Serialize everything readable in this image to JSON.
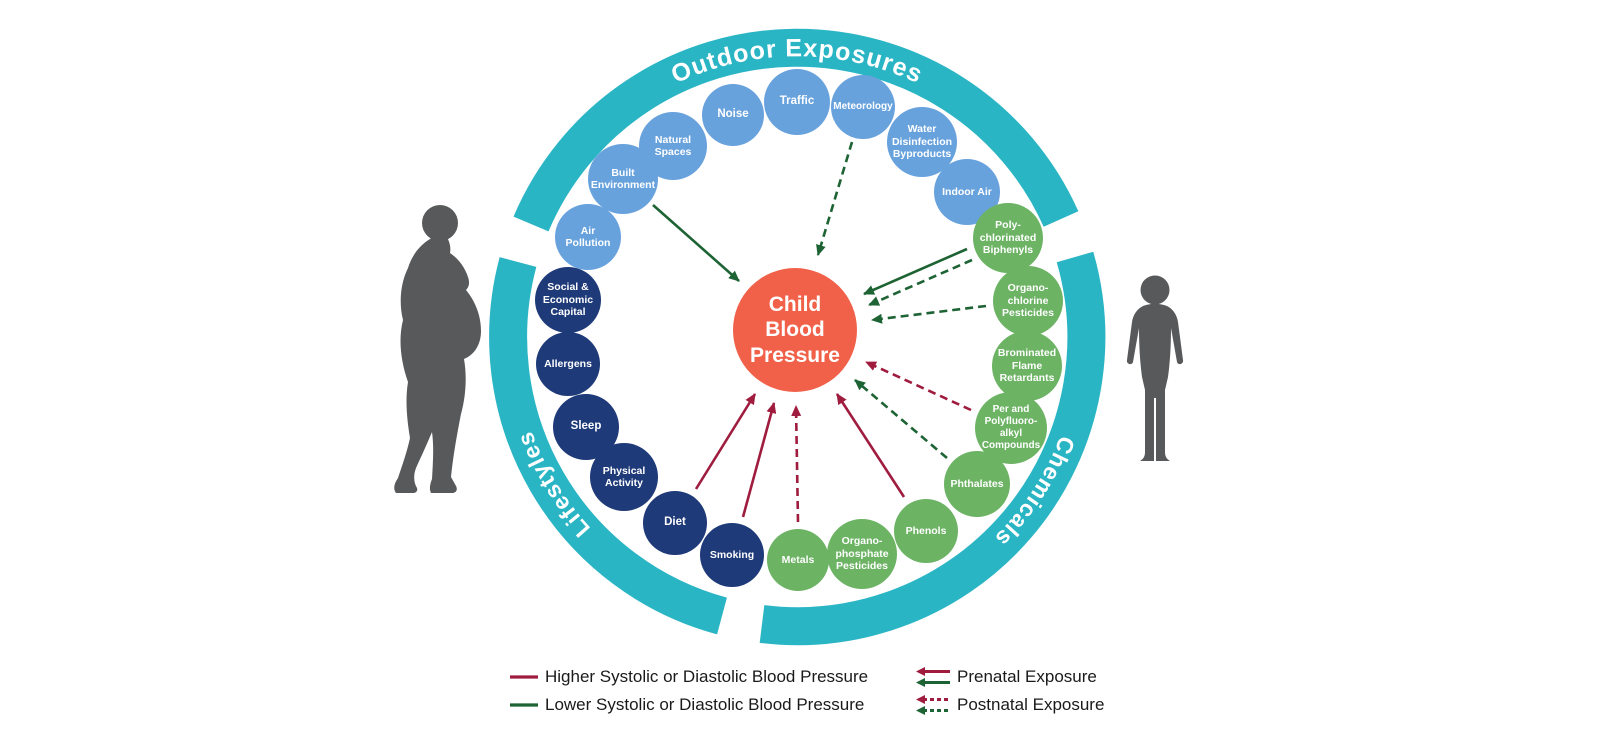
{
  "palette": {
    "ring_teal": "#2ab5c5",
    "outdoor_blue": "#68a2dd",
    "lifestyle_navy": "#1e3a78",
    "chemical_green": "#6cb364",
    "center_orange": "#f16149",
    "arrow_higher_red": "#9f1c3e",
    "arrow_lower_green": "#1d6334",
    "silhouette_gray": "#58595b"
  },
  "center": {
    "label": "Child\nBlood\nPressure"
  },
  "ring_labels": {
    "outdoor": "Outdoor Exposures",
    "chemicals": "Chemicals",
    "lifestyles": "Lifestyles"
  },
  "nodes": {
    "air_pollution": {
      "label": "Air\nPollution",
      "group": "outdoor"
    },
    "built_environment": {
      "label": "Built\nEnvironment",
      "group": "outdoor"
    },
    "natural_spaces": {
      "label": "Natural\nSpaces",
      "group": "outdoor"
    },
    "noise": {
      "label": "Noise",
      "group": "outdoor"
    },
    "traffic": {
      "label": "Traffic",
      "group": "outdoor"
    },
    "meteorology": {
      "label": "Meteorology",
      "group": "outdoor"
    },
    "water_disinfection_byproducts": {
      "label": "Water\nDisinfection\nByproducts",
      "group": "outdoor"
    },
    "indoor_air": {
      "label": "Indoor Air",
      "group": "outdoor"
    },
    "polychlorinated_biphenyls": {
      "label": "Poly-\nchlorinated\nBiphenyls",
      "group": "chemicals"
    },
    "organochlorine_pesticides": {
      "label": "Organo-\nchlorine\nPesticides",
      "group": "chemicals"
    },
    "brominated_flame_retardants": {
      "label": "Brominated\nFlame\nRetardants",
      "group": "chemicals"
    },
    "per_polyfluoroalkyl_compounds": {
      "label": "Per and\nPolyfluoro-\nalkyl\nCompounds",
      "group": "chemicals"
    },
    "phthalates": {
      "label": "Phthalates",
      "group": "chemicals"
    },
    "phenols": {
      "label": "Phenols",
      "group": "chemicals"
    },
    "organophosphate_pesticides": {
      "label": "Organo-\nphosphate\nPesticides",
      "group": "chemicals"
    },
    "metals": {
      "label": "Metals",
      "group": "chemicals"
    },
    "smoking": {
      "label": "Smoking",
      "group": "lifestyles"
    },
    "diet": {
      "label": "Diet",
      "group": "lifestyles"
    },
    "physical_activity": {
      "label": "Physical\nActivity",
      "group": "lifestyles"
    },
    "sleep": {
      "label": "Sleep",
      "group": "lifestyles"
    },
    "allergens": {
      "label": "Allergens",
      "group": "lifestyles"
    },
    "social_economic_capital": {
      "label": "Social &\nEconomic\nCapital",
      "group": "lifestyles"
    }
  },
  "relationships": [
    {
      "source": "Built Environment",
      "effect": "lower",
      "exposure": "prenatal"
    },
    {
      "source": "Meteorology",
      "effect": "lower",
      "exposure": "postnatal"
    },
    {
      "source": "Polychlorinated Biphenyls",
      "effect": "lower",
      "exposure": "prenatal"
    },
    {
      "source": "Polychlorinated Biphenyls",
      "effect": "lower",
      "exposure": "postnatal"
    },
    {
      "source": "Organochlorine Pesticides",
      "effect": "lower",
      "exposure": "postnatal"
    },
    {
      "source": "Per and Polyfluoroalkyl Compounds",
      "effect": "higher",
      "exposure": "postnatal"
    },
    {
      "source": "Phthalates",
      "effect": "lower",
      "exposure": "postnatal"
    },
    {
      "source": "Phenols",
      "effect": "higher",
      "exposure": "prenatal"
    },
    {
      "source": "Metals",
      "effect": "higher",
      "exposure": "postnatal"
    },
    {
      "source": "Smoking",
      "effect": "higher",
      "exposure": "prenatal"
    },
    {
      "source": "Diet",
      "effect": "higher",
      "exposure": "prenatal"
    }
  ],
  "legend": {
    "higher": "Higher Systolic or Diastolic Blood Pressure",
    "lower": "Lower Systolic or Diastolic Blood Pressure",
    "prenatal": "Prenatal Exposure",
    "postnatal": "Postnatal Exposure"
  }
}
